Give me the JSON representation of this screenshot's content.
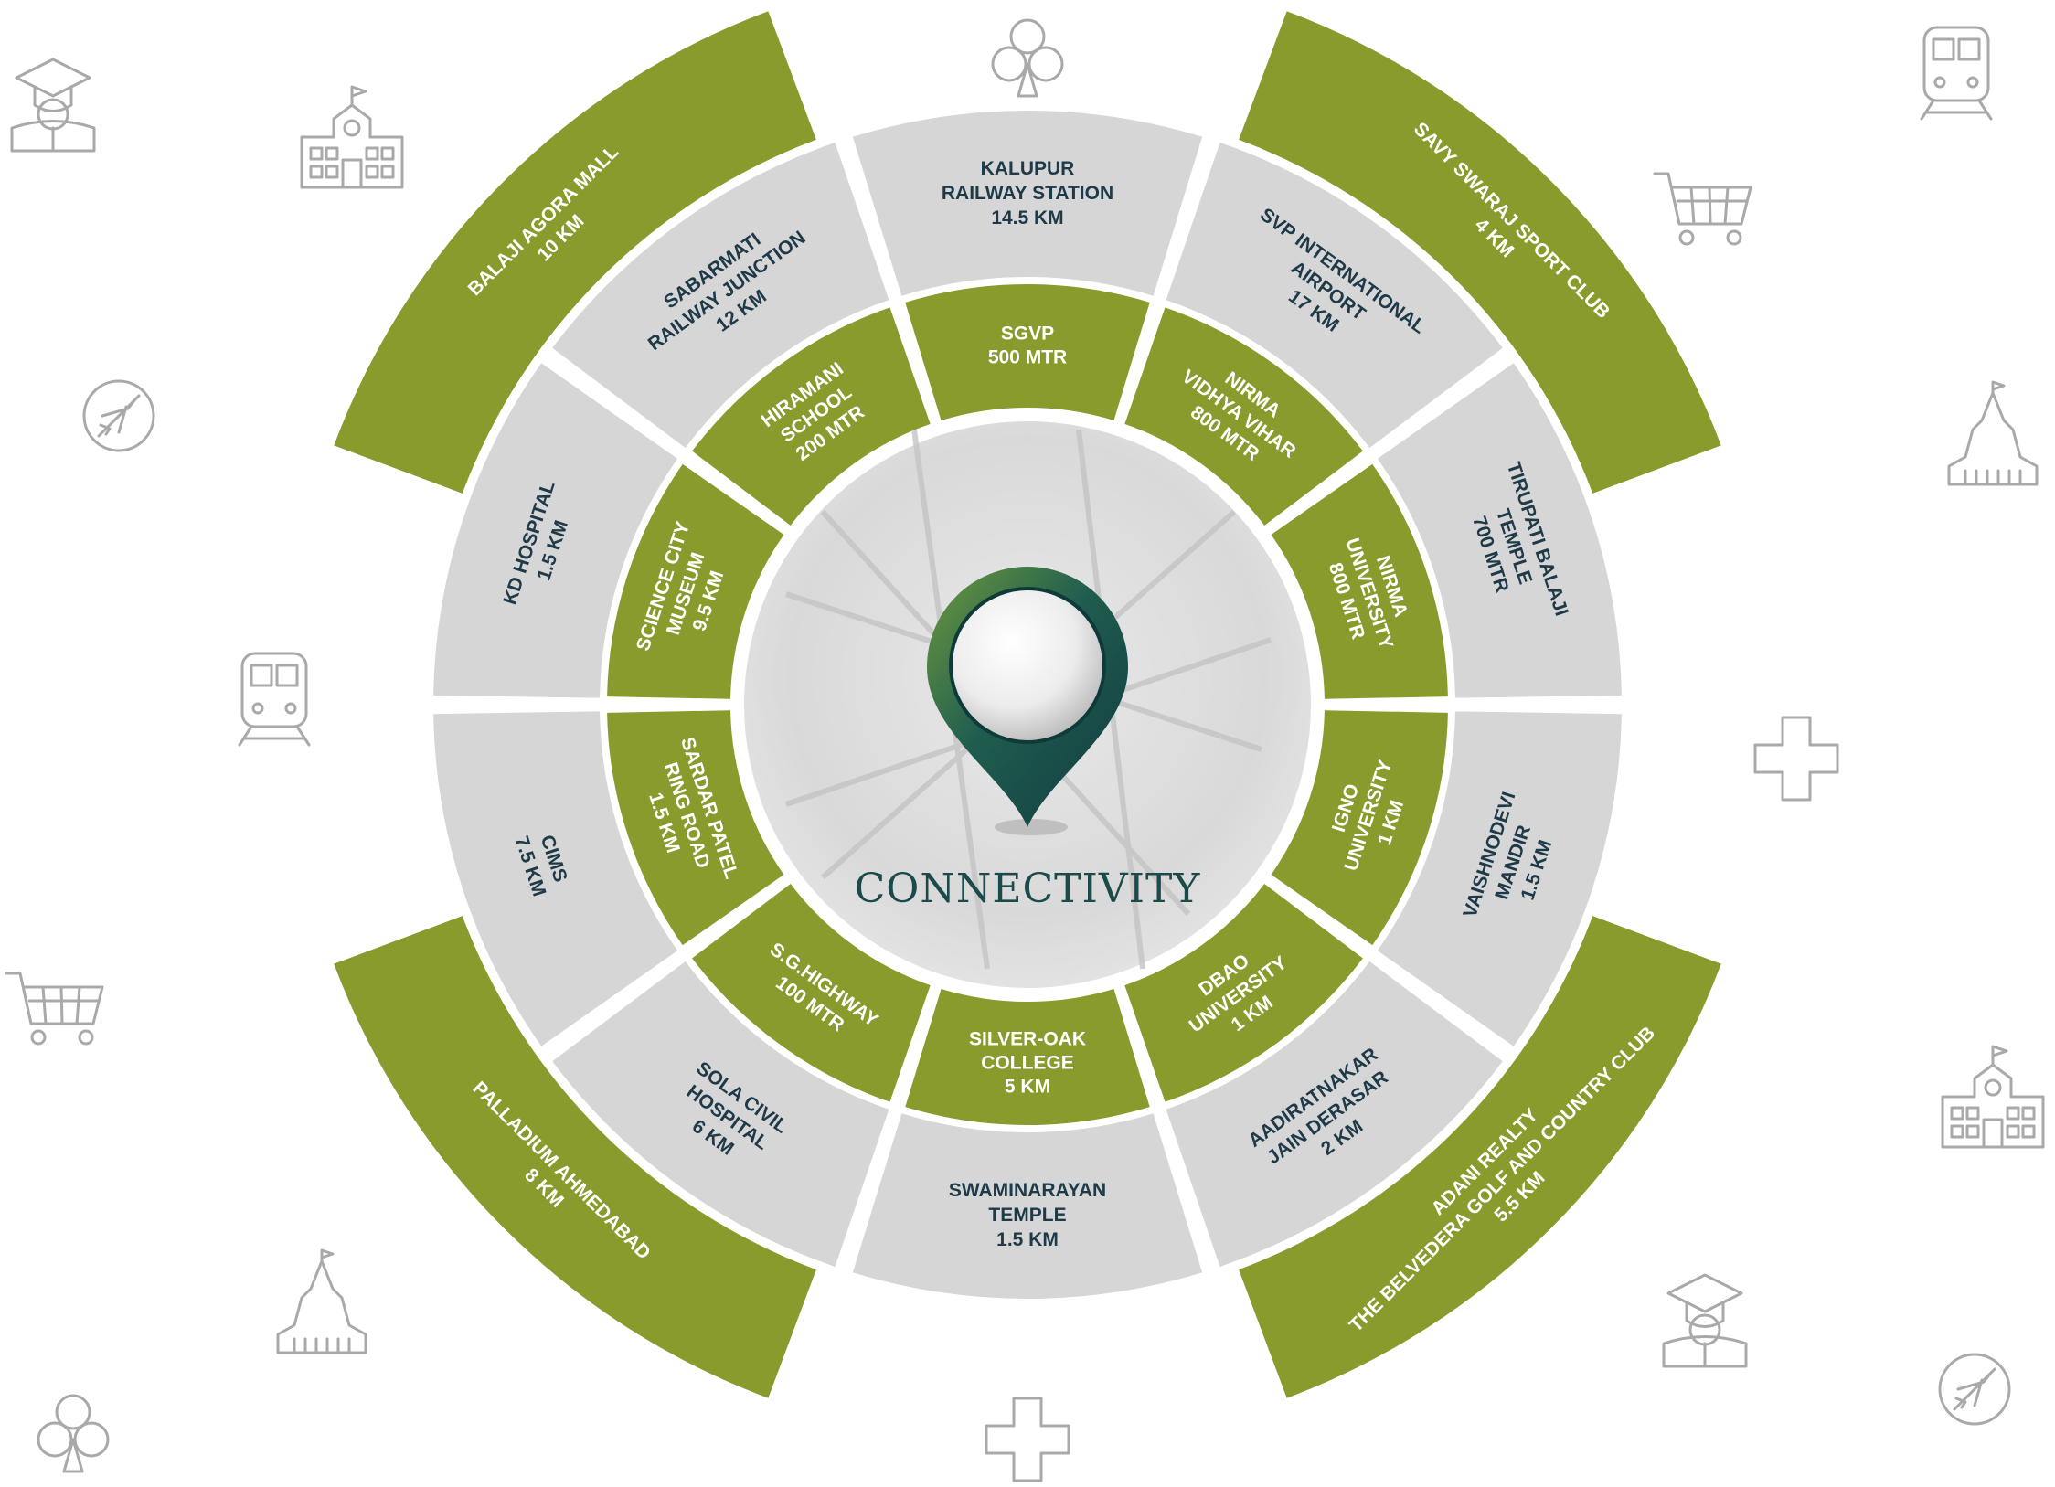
{
  "title": "CONNECTIVITY",
  "colors": {
    "green": "#8a9b2d",
    "grey": "#d6d6d6",
    "pin": "#1b5a4e",
    "text_dark": "#1e3a48",
    "icon": "#a9a9a9"
  },
  "rings": {
    "inner": [
      {
        "lines": [
          "SGVP",
          "500 MTR"
        ]
      },
      {
        "lines": [
          "NIRMA",
          "VIDHYA VIHAR",
          "800 MTR"
        ]
      },
      {
        "lines": [
          "NIRMA",
          "UNIVERSITY",
          "800 MTR"
        ]
      },
      {
        "lines": [
          "IGNO",
          "UNIVERSITY",
          "1 KM"
        ]
      },
      {
        "lines": [
          "DBAO",
          "UNIVERSITY",
          "1 KM"
        ]
      },
      {
        "lines": [
          "SILVER-OAK",
          "COLLEGE",
          "5 KM"
        ]
      },
      {
        "lines": [
          "S.G.HIGHWAY",
          "100 MTR"
        ]
      },
      {
        "lines": [
          "SARDAR PATEL",
          "RING ROAD",
          "1.5 KM"
        ]
      },
      {
        "lines": [
          "SCIENCE CITY",
          "MUSEUM",
          "9.5 KM"
        ]
      },
      {
        "lines": [
          "HIRAMANI",
          "SCHOOL",
          "200 MTR"
        ]
      }
    ],
    "middle": [
      {
        "lines": [
          "KALUPUR",
          "RAILWAY STATION",
          "14.5 KM"
        ]
      },
      {
        "lines": [
          "SVP INTERNATIONAL",
          "AIRPORT",
          "17 KM"
        ]
      },
      {
        "lines": [
          "TIRUPATI BALAJI",
          "TEMPLE",
          "700 MTR"
        ]
      },
      {
        "lines": [
          "VAISHNODEVI",
          "MANDIR",
          "1.5 KM"
        ]
      },
      {
        "lines": [
          "AADIRATNAKAR",
          "JAIN DERASAR",
          "2 KM"
        ]
      },
      {
        "lines": [
          "SWAMINARAYAN",
          "TEMPLE",
          "1.5 KM"
        ]
      },
      {
        "lines": [
          "SOLA CIVIL",
          "HOSPITAL",
          "6 KM"
        ]
      },
      {
        "lines": [
          "CIMS",
          "7.5 KM"
        ]
      },
      {
        "lines": [
          "KD HOSPITAL",
          "1.5 KM"
        ]
      },
      {
        "lines": [
          "SABARMATI",
          "RAILWAY JUNCTION",
          "12 KM"
        ]
      }
    ],
    "outer": [
      {
        "lines": [
          "SAVY SWARAJ SPORT CLUB",
          "4 KM"
        ]
      },
      {
        "lines": [
          "ADANI REALTY",
          "THE BELVEDERA GOLF AND COUNTRY CLUB",
          "5.5 KM"
        ]
      },
      {
        "lines": [
          "PALLADIUM AHMEDABAD",
          "8 KM"
        ]
      },
      {
        "lines": [
          "BALAJI AGORA MALL",
          "10 KM"
        ]
      }
    ]
  },
  "background_icons": [
    "graduate-icon",
    "school-building-icon",
    "club-icon",
    "train-icon",
    "shopping-cart-icon",
    "airplane-icon",
    "temple-icon",
    "train-icon",
    "hospital-cross-icon",
    "shopping-cart-icon",
    "school-building-icon",
    "temple-icon",
    "graduate-icon",
    "club-icon",
    "hospital-cross-icon",
    "airplane-icon"
  ]
}
